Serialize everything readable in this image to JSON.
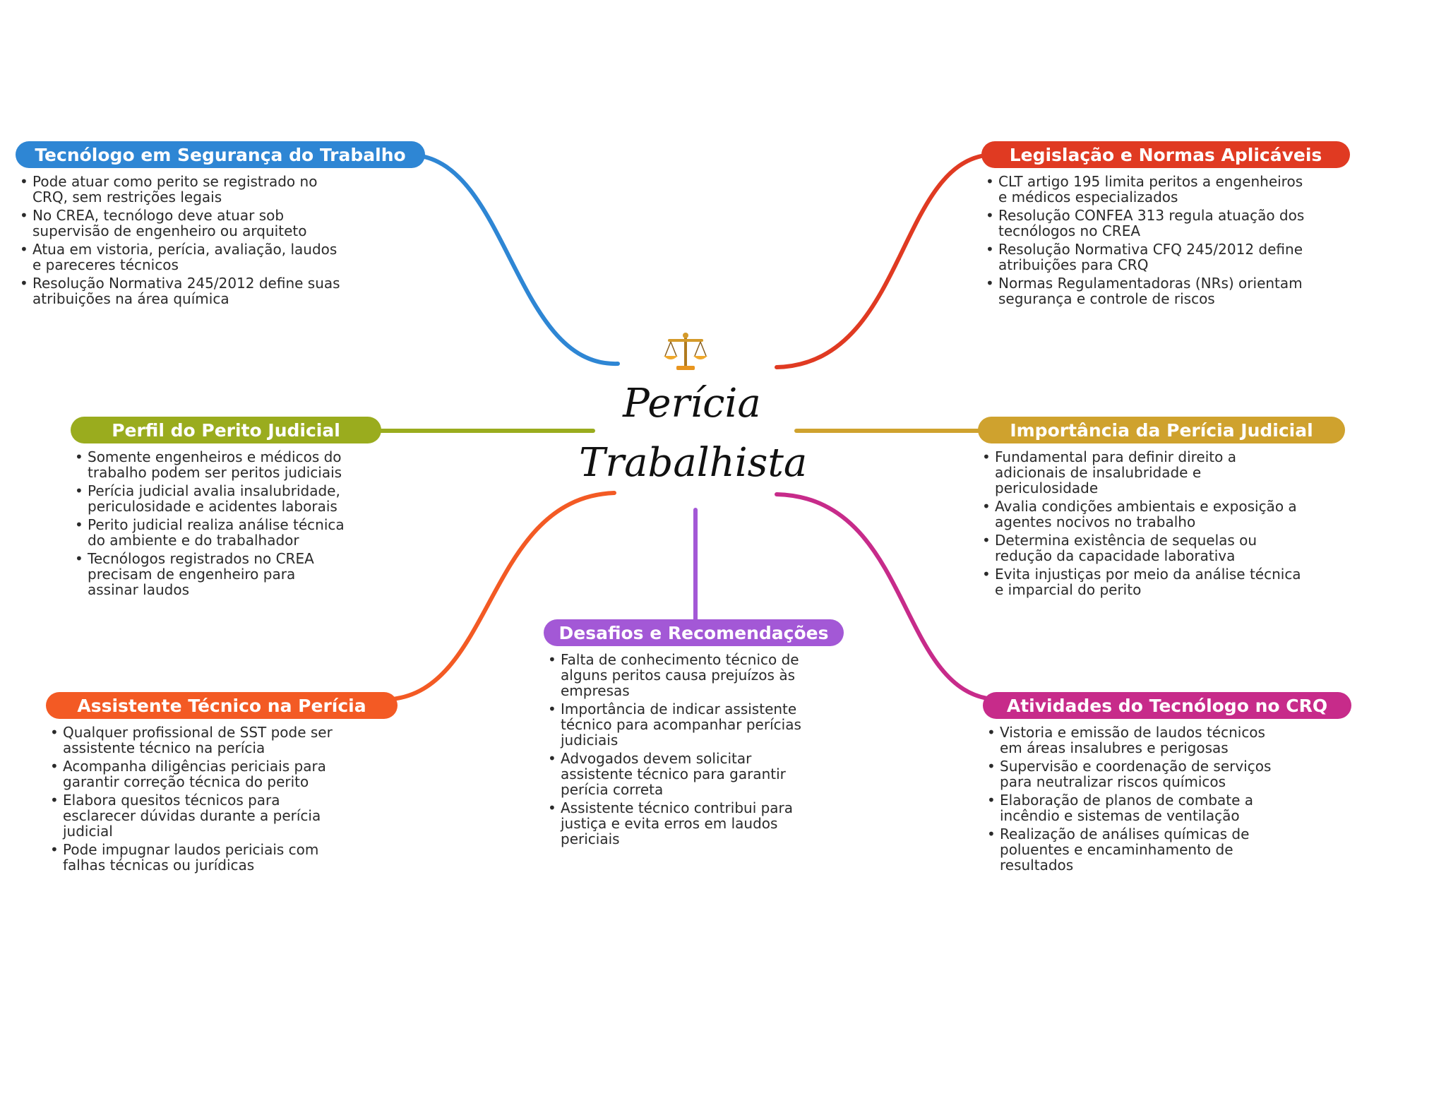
{
  "center": {
    "title_line1": "Perícia",
    "title_line2": "Trabalhista",
    "icon": "balance-scale-icon"
  },
  "branches": [
    {
      "key": "tecnologo",
      "title": "Tecnólogo em Segurança do Trabalho",
      "color": "#2e86d4",
      "items": [
        "Pode atuar como perito se registrado no CRQ, sem restrições legais",
        "No CREA, tecnólogo deve atuar sob supervisão de engenheiro ou arquiteto",
        "Atua em vistoria, perícia, avaliação, laudos e pareceres técnicos",
        "Resolução Normativa 245/2012 define suas atribuições na área química"
      ]
    },
    {
      "key": "legislacao",
      "title": "Legislação e Normas Aplicáveis",
      "color": "#e03a22",
      "items": [
        "CLT artigo 195 limita peritos a engenheiros e médicos especializados",
        "Resolução CONFEA 313 regula atuação dos tecnólogos no CREA",
        "Resolução Normativa CFQ 245/2012 define atribuições para CRQ",
        "Normas Regulamentadoras (NRs) orientam segurança e controle de riscos"
      ]
    },
    {
      "key": "perfil",
      "title": "Perfil do Perito Judicial",
      "color": "#9aac1e",
      "items": [
        "Somente engenheiros e médicos do trabalho podem ser peritos judiciais",
        "Perícia judicial avalia insalubridade, periculosidade e acidentes laborais",
        "Perito judicial realiza análise técnica do ambiente e do trabalhador",
        "Tecnólogos registrados no CREA precisam de engenheiro para assinar laudos"
      ]
    },
    {
      "key": "importancia",
      "title": "Importância da Perícia Judicial",
      "color": "#cfa22e",
      "items": [
        "Fundamental para definir direito a adicionais de insalubridade e periculosidade",
        "Avalia condições ambientais e exposição a agentes nocivos no trabalho",
        "Determina existência de sequelas ou redução da capacidade laborativa",
        "Evita injustiças por meio da análise técnica e imparcial do perito"
      ]
    },
    {
      "key": "desafios",
      "title": "Desafios e Recomendações",
      "color": "#a358d6",
      "items": [
        "Falta de conhecimento técnico de alguns peritos causa prejuízos às empresas",
        "Importância de indicar assistente técnico para acompanhar perícias judiciais",
        "Advogados devem solicitar assistente técnico para garantir perícia correta",
        "Assistente técnico contribui para justiça e evita erros em laudos periciais"
      ]
    },
    {
      "key": "assistente",
      "title": "Assistente Técnico na Perícia",
      "color": "#f35a24",
      "items": [
        "Qualquer profissional de SST pode ser assistente técnico na perícia",
        "Acompanha diligências periciais para garantir correção técnica do perito",
        "Elabora quesitos técnicos para esclarecer dúvidas durante a perícia judicial",
        "Pode impugnar laudos periciais com falhas técnicas ou jurídicas"
      ]
    },
    {
      "key": "atividades",
      "title": "Atividades do Tecnólogo no CRQ",
      "color": "#c72b8a",
      "items": [
        "Vistoria e emissão de laudos técnicos em áreas insalubres e perigosas",
        "Supervisão e coordenação de serviços para neutralizar riscos químicos",
        "Elaboração de planos de combate a incêndio e sistemas de ventilação",
        "Realização de análises químicas de poluentes e encaminhamento de resultados"
      ]
    }
  ]
}
